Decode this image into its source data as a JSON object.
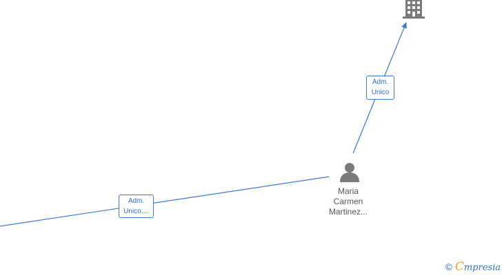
{
  "nodes": {
    "company": {
      "icon": "building-icon"
    },
    "person": {
      "icon": "person-icon",
      "name_lines": [
        "Maria",
        "Carmen",
        "Martinez..."
      ]
    }
  },
  "edges": [
    {
      "from": "person",
      "to": "company",
      "label_lines": [
        "Adm.",
        "Unico"
      ]
    },
    {
      "from": "offscreen-left",
      "to": "person",
      "label_lines": [
        "Adm.",
        "Unico,..."
      ]
    }
  ],
  "watermark": {
    "copyright": "©",
    "brand_initial": "C",
    "brand_rest": "mpresia"
  },
  "colors": {
    "edge": "#3a78d4",
    "icon": "#7a7a7a",
    "label_text": "#2f6fcf",
    "name_text": "#555555",
    "brand_accent": "#f0a020"
  }
}
